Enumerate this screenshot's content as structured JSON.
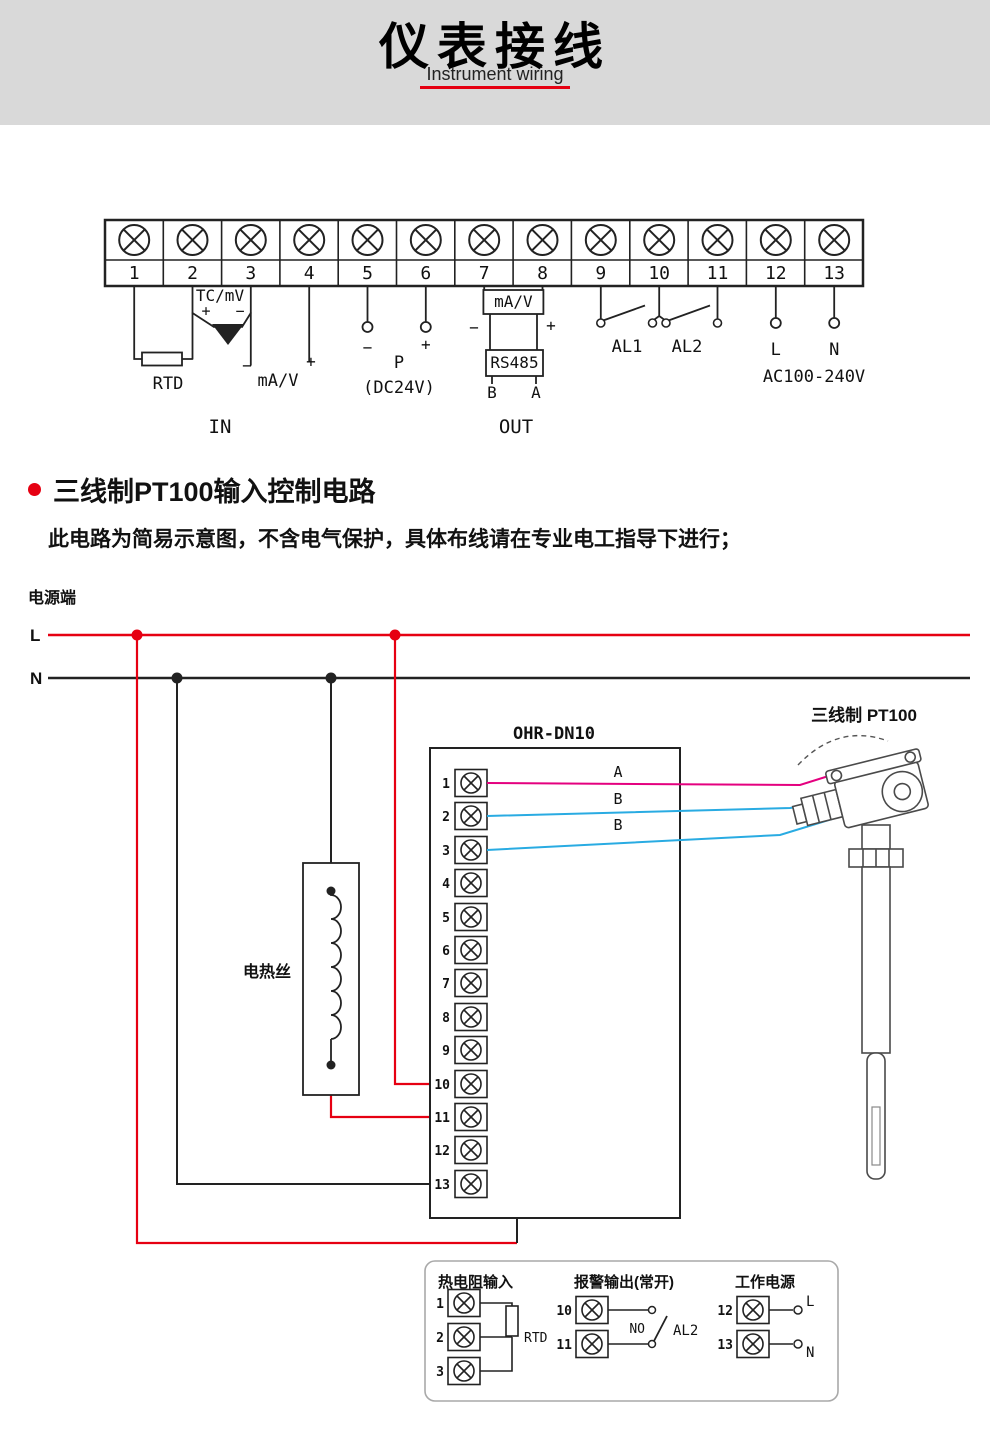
{
  "header": {
    "title": "仪表接线",
    "subtitle": "Instrument wiring"
  },
  "terminal_strip": {
    "numbers": [
      "1",
      "2",
      "3",
      "4",
      "5",
      "6",
      "7",
      "8",
      "9",
      "10",
      "11",
      "12",
      "13"
    ],
    "tc_label": "TC/mV",
    "tc_plus": "+",
    "tc_minus": "−",
    "rtd_label": "RTD",
    "mav_in_minus": "−",
    "mav_in_label": "mA/V",
    "mav_in_plus": "+",
    "in_label": "IN",
    "p_minus": "−",
    "p_plus": "+",
    "p_label": "P",
    "p_sub": "(DC24V)",
    "mav_out_label": "mA/V",
    "mav_out_minus": "−",
    "mav_out_plus": "+",
    "rs485_label": "RS485",
    "rs485_b": "B",
    "rs485_a": "A",
    "out_label": "OUT",
    "al1_label": "AL1",
    "al2_label": "AL2",
    "l_label": "L",
    "n_label": "N",
    "ac_label": "AC100-240V"
  },
  "section": {
    "title": "三线制PT100输入控制电路",
    "note": "此电路为简易示意图，不含电气保护，具体布线请在专业电工指导下进行；"
  },
  "circuit": {
    "power_label": "电源端",
    "l_label": "L",
    "n_label": "N",
    "device_label": "OHR-DN10",
    "device_numbers": [
      "1",
      "2",
      "3",
      "4",
      "5",
      "6",
      "7",
      "8",
      "9",
      "10",
      "11",
      "12",
      "13"
    ],
    "heater_label": "电热丝",
    "sensor_label": "三线制 PT100",
    "wire_a_label": "A",
    "wire_b1_label": "B",
    "wire_b2_label": "B"
  },
  "legend": {
    "rtd": {
      "title": "热电阻输入",
      "numbers": [
        "1",
        "2",
        "3"
      ],
      "rtd_label": "RTD"
    },
    "alarm": {
      "title": "报警输出(常开)",
      "numbers": [
        "10",
        "11"
      ],
      "no_label": "NO",
      "al2_label": "AL2"
    },
    "power": {
      "title": "工作电源",
      "numbers": [
        "12",
        "13"
      ],
      "l_label": "L",
      "n_label": "N"
    }
  },
  "colors": {
    "red": "#e60012",
    "magenta": "#e4007f",
    "cyan": "#29abe2",
    "line": "#222222",
    "header_bg": "#d9d9d9"
  }
}
